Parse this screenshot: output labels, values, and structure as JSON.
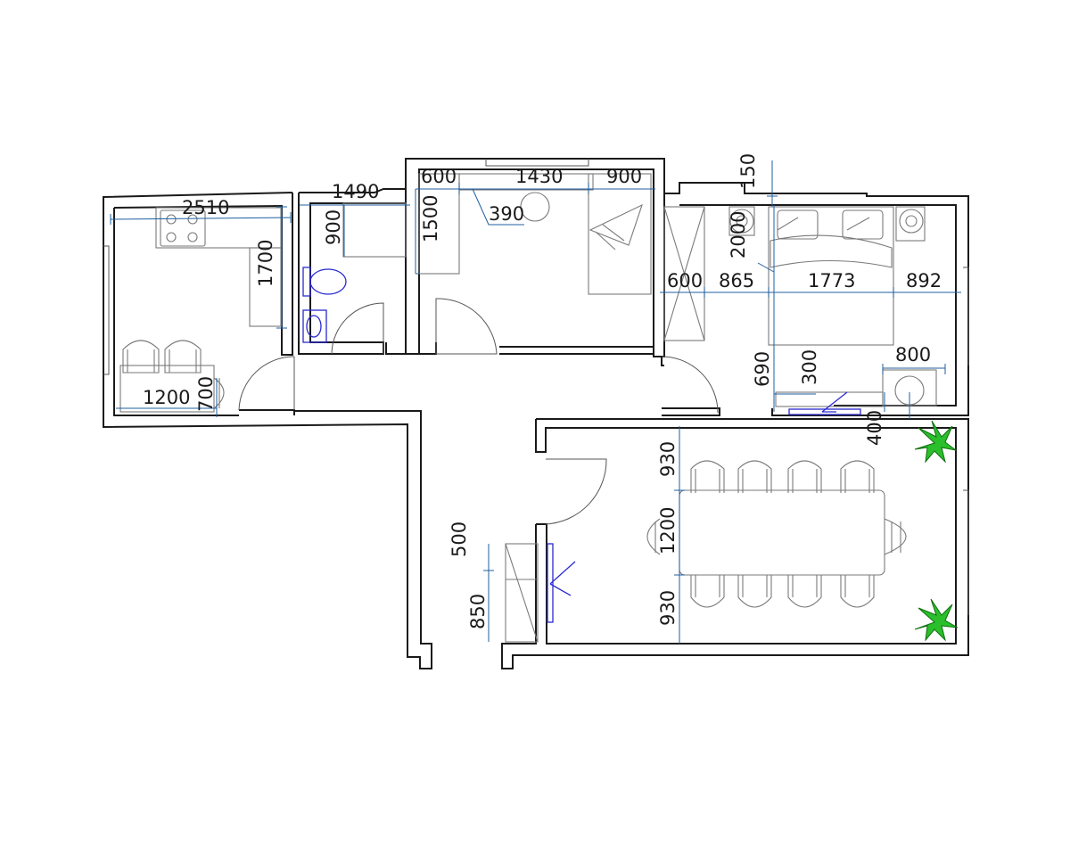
{
  "dimensions": {
    "kitchen_width": "2510",
    "kitchen_counter": "1700",
    "kitchen_table_width": "1200",
    "kitchen_table_depth": "700",
    "bath_width": "1490",
    "bath_depth": "900",
    "room2_a": "600",
    "room2_b": "1430",
    "room2_c": "900",
    "room2_d": "1500",
    "room2_e": "390",
    "top_offset": "150",
    "bed_length": "2000",
    "wardrobe": "600",
    "gap": "865",
    "bed_width": "1773",
    "right_gap": "892",
    "desk_offset": "690",
    "desk_depth": "300",
    "armchair": "800",
    "armchair_depth": "400",
    "dining_top": "930",
    "dining_table": "1200",
    "dining_bottom": "930",
    "hall_cab_a": "500",
    "hall_cab_b": "850"
  },
  "icons": [
    "stove-icon",
    "toilet-icon",
    "sink-icon",
    "bed-icon",
    "chair-icon",
    "plant-icon",
    "tv-icon",
    "armchair-icon",
    "table-icon"
  ]
}
